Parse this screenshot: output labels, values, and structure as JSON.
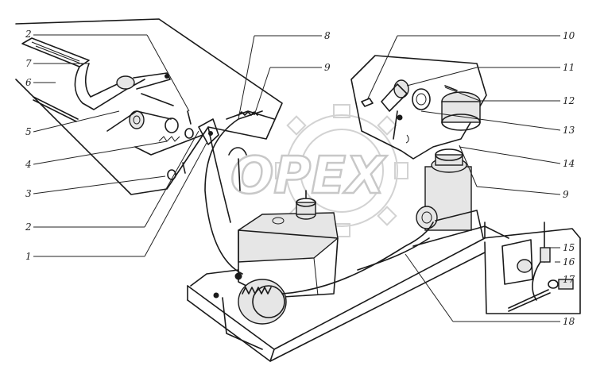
{
  "watermark": {
    "text": "OPEX"
  },
  "callouts": [
    {
      "id": "c-2a",
      "label": "2"
    },
    {
      "id": "c-7",
      "label": "7"
    },
    {
      "id": "c-6",
      "label": "6"
    },
    {
      "id": "c-5",
      "label": "5"
    },
    {
      "id": "c-4",
      "label": "4"
    },
    {
      "id": "c-3",
      "label": "3"
    },
    {
      "id": "c-2b",
      "label": "2"
    },
    {
      "id": "c-1",
      "label": "1"
    },
    {
      "id": "c-8",
      "label": "8"
    },
    {
      "id": "c-9a",
      "label": "9"
    },
    {
      "id": "c-10",
      "label": "10"
    },
    {
      "id": "c-11",
      "label": "11"
    },
    {
      "id": "c-12",
      "label": "12"
    },
    {
      "id": "c-13",
      "label": "13"
    },
    {
      "id": "c-14",
      "label": "14"
    },
    {
      "id": "c-9b",
      "label": "9"
    },
    {
      "id": "c-15",
      "label": "15"
    },
    {
      "id": "c-16",
      "label": "16"
    },
    {
      "id": "c-17",
      "label": "17"
    },
    {
      "id": "c-18",
      "label": "18"
    }
  ]
}
